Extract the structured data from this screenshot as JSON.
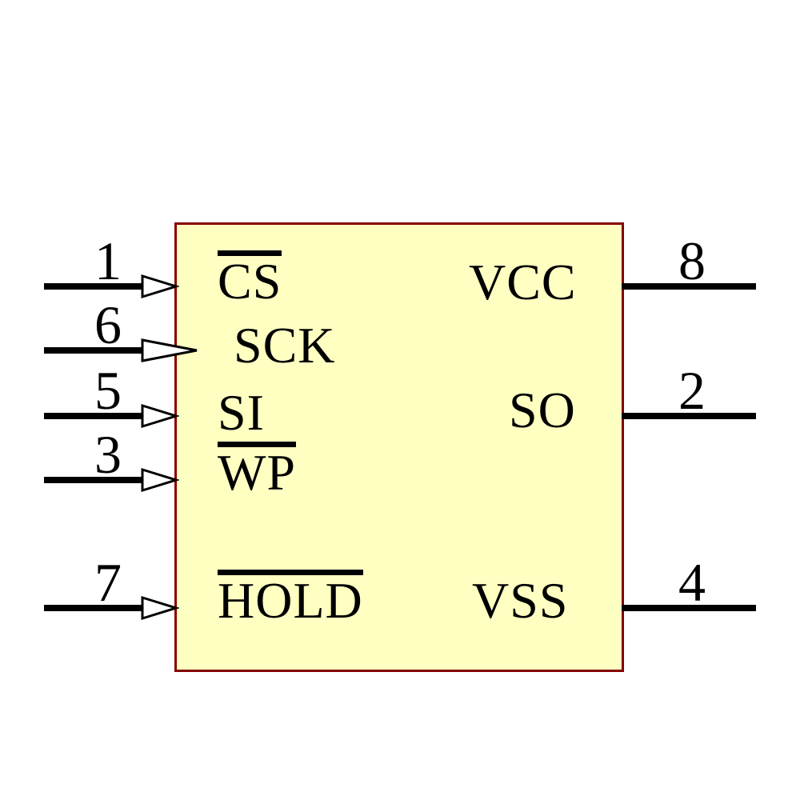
{
  "component": {
    "body": {
      "fill_color": "#FFFFC2",
      "border_color": "#840000",
      "pin_line_color": "#000000"
    },
    "left_pins": [
      {
        "number": "1",
        "label": "CS",
        "active_low": true,
        "direction": "input"
      },
      {
        "number": "6",
        "label": "SCK",
        "active_low": false,
        "direction": "input"
      },
      {
        "number": "5",
        "label": "SI",
        "active_low": false,
        "direction": "input"
      },
      {
        "number": "3",
        "label": "WP",
        "active_low": true,
        "direction": "input"
      },
      {
        "number": "7",
        "label": "HOLD",
        "active_low": true,
        "direction": "input"
      }
    ],
    "right_pins": [
      {
        "number": "8",
        "label": "VCC"
      },
      {
        "number": "2",
        "label": "SO"
      },
      {
        "number": "4",
        "label": "VSS"
      }
    ]
  }
}
